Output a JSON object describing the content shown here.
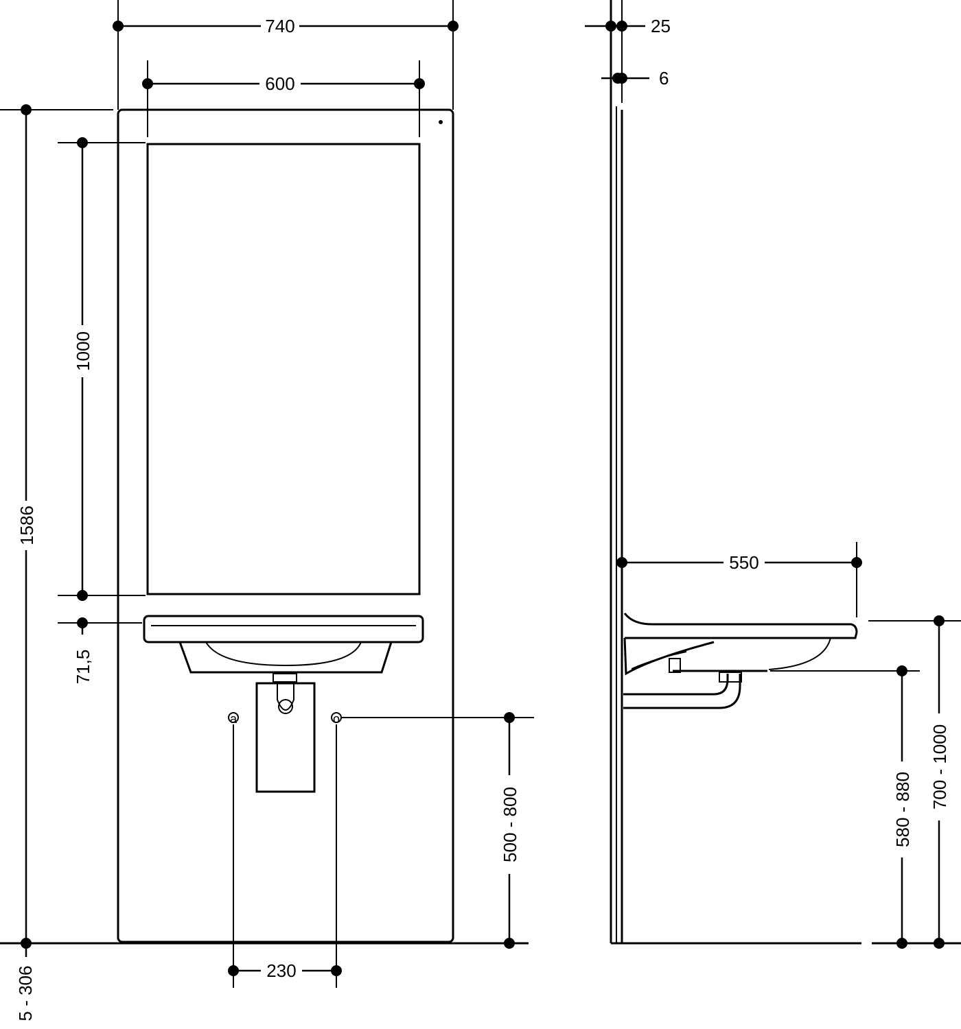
{
  "front_view": {
    "dim_overall_width": "740",
    "dim_mirror_width": "600",
    "dim_mirror_height": "1000",
    "dim_total_height": "1586",
    "dim_basin_offset": "71,5",
    "dim_bottom_offset": "5 - 306",
    "dim_outlet_spacing": "230",
    "dim_outlet_height": "500 - 800",
    "outlet_label_left": "a",
    "outlet_label_right": "o"
  },
  "side_view": {
    "dim_panel_thickness": "25",
    "dim_mirror_thickness": "6",
    "dim_basin_depth": "550",
    "dim_basin_underside_height": "580 - 880",
    "dim_basin_rim_height": "700 - 1000"
  }
}
